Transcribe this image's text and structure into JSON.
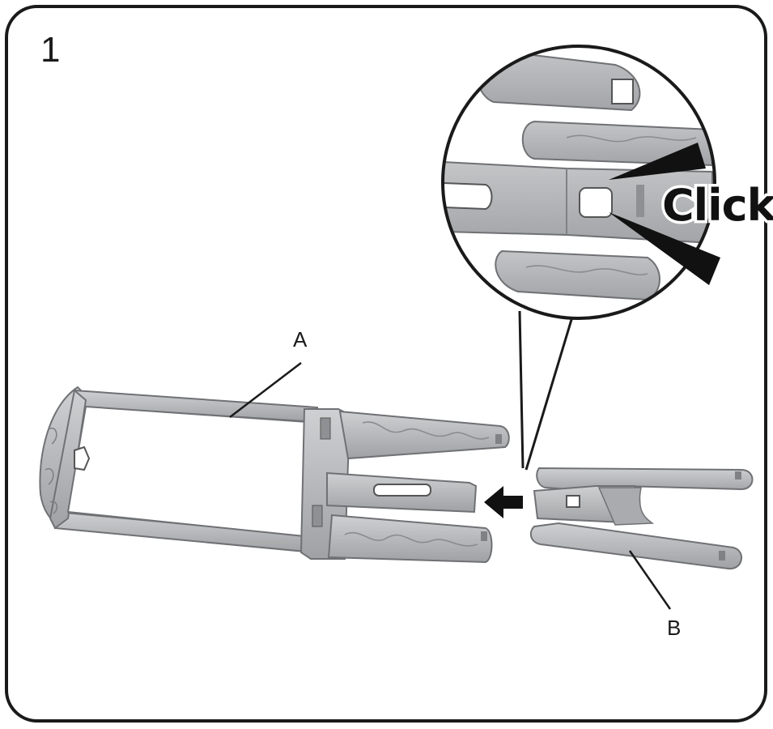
{
  "panel": {
    "step_number": "1"
  },
  "labels": {
    "part_a": "A",
    "part_b": "B"
  },
  "callout": {
    "sound_text": "Click"
  },
  "colors": {
    "part_fill": "#b4b6b8",
    "part_shade": "#8e9093",
    "part_highlight": "#d3d4d6",
    "outline": "#1a1a1a",
    "background": "#ffffff"
  },
  "icons": {
    "direction_arrow": "arrow-left-icon",
    "click_marks": "click-burst-icon"
  }
}
